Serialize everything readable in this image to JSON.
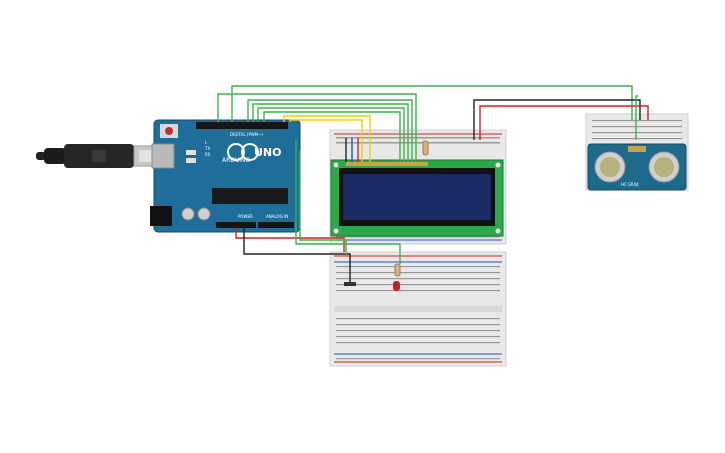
{
  "arduino": {
    "brand": "ARDUINO",
    "model": "UNO",
    "digital_label": "DIGITAL (PWM~)",
    "power_label": "POWER",
    "analog_label": "ANALOG IN",
    "tx_label": "TX",
    "rx_label": "RX",
    "l_label": "L"
  },
  "sensor": {
    "part_label": "HC-SR04"
  },
  "colors": {
    "arduino_blue": "#1f6e9a",
    "breadboard": "#e8e8e8",
    "lcd_pcb": "#2aa84a",
    "lcd_screen": "#1a2a66",
    "sensor_pcb": "#1d6a8a",
    "wire_green": "#3cb44b",
    "wire_yellow": "#f0d000",
    "wire_black": "#222222",
    "wire_red": "#d42020",
    "wire_blue": "#2050d0",
    "led_red": "#c81e1e"
  }
}
